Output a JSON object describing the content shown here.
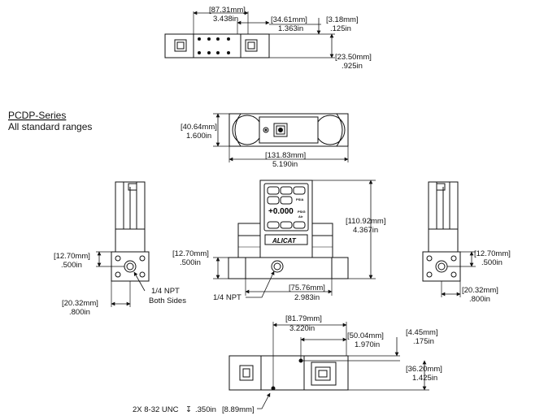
{
  "series": {
    "title": "PCDP-Series",
    "subtitle": "All standard ranges"
  },
  "top_view_dims": {
    "overall_mm": "87.31mm",
    "overall_in": "3.438in",
    "port_spacing_mm": "34.61mm",
    "port_spacing_in": "1.363in",
    "edge_offset_mm": "3.18mm",
    "edge_offset_in": ".125in",
    "depth_mm": "23.50mm",
    "depth_in": ".925in"
  },
  "plan_view_dims": {
    "width_mm": "40.64mm",
    "width_in": "1.600in",
    "length_mm": "131.83mm",
    "length_in": "5.190in"
  },
  "front_view_dims": {
    "height_mm": "110.92mm",
    "height_in": "4.367in",
    "port_height_mm": "12.70mm",
    "port_height_in": ".500in",
    "base_length_mm": "75.76mm",
    "base_length_in": "2.983in",
    "port_label": "1/4 NPT"
  },
  "left_side_dims": {
    "port_height_mm": "12.70mm",
    "port_height_in": ".500in",
    "base_width_mm": "20.32mm",
    "base_width_in": ".800in",
    "port_label_line1": "1/4 NPT",
    "port_label_line2": "Both Sides"
  },
  "right_side_dims": {
    "port_height_mm": "12.70mm",
    "port_height_in": ".500in",
    "base_width_mm": "20.32mm",
    "base_width_in": ".800in"
  },
  "bottom_view_dims": {
    "hole_spacing_mm": "81.79mm",
    "hole_spacing_in": "3.220in",
    "center_to_hole_mm": "50.04mm",
    "center_to_hole_in": "1.970in",
    "hole_offset_mm": "4.45mm",
    "hole_offset_in": ".175in",
    "depth_mm": "36.20mm",
    "depth_in": "1.425in",
    "thread_label": "2X 8-32 UNC",
    "thread_depth_symbol": "↧",
    "thread_depth_in": ".350in",
    "thread_depth_mm": "8.89mm"
  },
  "display": {
    "reading": "+0.000",
    "unit_top": "PSIA",
    "unit_mid": "PSIG",
    "unit_bottom": "Air",
    "logo": "ALICAT"
  }
}
